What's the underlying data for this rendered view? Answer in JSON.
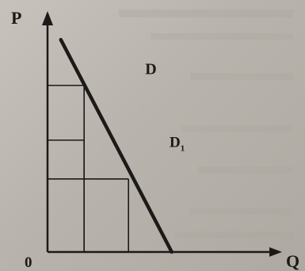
{
  "chart_data": {
    "type": "line",
    "title": "",
    "xlabel": "Q",
    "ylabel": "P",
    "origin_label": "0",
    "xlim": [
      0,
      10
    ],
    "ylim": [
      0,
      10
    ],
    "grid": false,
    "series": [
      {
        "name": "",
        "x": [
          0.6,
          5.6
        ],
        "y": [
          9.3,
          0
        ]
      }
    ],
    "reference_levels": [
      {
        "price": 7.3,
        "quantity": 1.65
      },
      {
        "price": 4.9,
        "quantity": 1.65
      },
      {
        "price": 3.2,
        "quantity": 3.65
      }
    ],
    "annotations": [
      {
        "text": "D",
        "x": 4.4,
        "y": 7.8
      },
      {
        "text": "D",
        "subscript": "1",
        "x": 5.5,
        "y": 4.6
      }
    ]
  },
  "colors": {
    "ink": "#1c1a18",
    "paper": "#b9b4ad"
  }
}
